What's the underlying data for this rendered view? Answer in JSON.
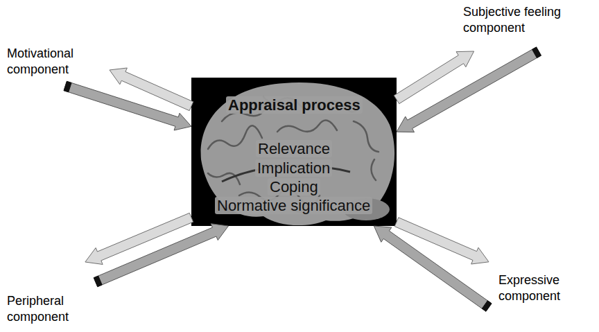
{
  "diagram": {
    "nodes": [
      {
        "text": [
          "Motivational component"
        ]
      },
      {
        "text": [
          "Subjective feeling component"
        ]
      },
      {
        "text": [
          "Appraisal process",
          "Relevance",
          "Implication",
          "Coping",
          "Normative significance"
        ]
      },
      {
        "text": [
          "Peripheral component"
        ]
      },
      {
        "text": [
          "Expressive component"
        ]
      }
    ],
    "edges": [
      {
        "from": 2,
        "to": 0,
        "arrow": "to"
      },
      {
        "from": 0,
        "to": 2,
        "arrow": "to"
      },
      {
        "from": 2,
        "to": 1,
        "arrow": "to"
      },
      {
        "from": 1,
        "to": 2,
        "arrow": "to"
      },
      {
        "from": 2,
        "to": 3,
        "arrow": "to"
      },
      {
        "from": 3,
        "to": 2,
        "arrow": "to"
      },
      {
        "from": 2,
        "to": 4,
        "arrow": "to"
      },
      {
        "from": 4,
        "to": 2,
        "arrow": "to"
      }
    ]
  }
}
